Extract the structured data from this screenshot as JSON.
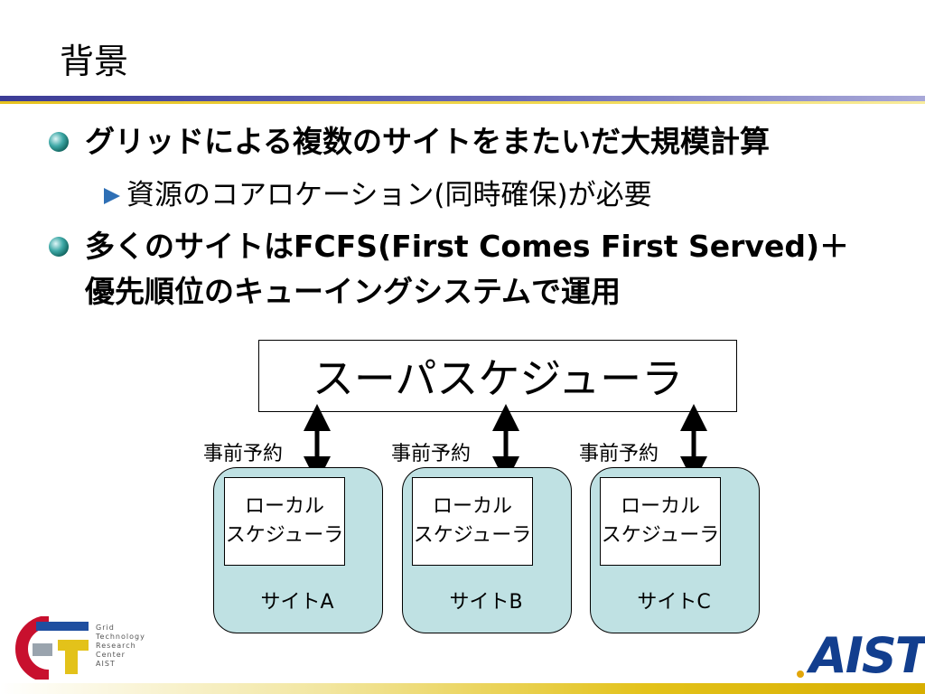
{
  "slide": {
    "title": "背景",
    "bullets": [
      {
        "text": "グリッドによる複数のサイトをまたいだ大規模計算"
      },
      {
        "text": "資源のコアロケーション(同時確保)が必要"
      },
      {
        "line1": "多くのサイトはFCFS(First Comes First Served)＋",
        "line2": "優先順位のキューイングシステムで運用"
      }
    ]
  },
  "diagram": {
    "super_scheduler": "スーパスケジューラ",
    "reservation_label": "事前予約",
    "sites": [
      {
        "local_line1": "ローカル",
        "local_line2": "スケジューラ",
        "label": "サイトA"
      },
      {
        "local_line1": "ローカル",
        "local_line2": "スケジューラ",
        "label": "サイトB"
      },
      {
        "local_line1": "ローカル",
        "local_line2": "スケジューラ",
        "label": "サイトC"
      }
    ]
  },
  "footer": {
    "logo_left": [
      "Grid",
      "Technology",
      "Research",
      "Center",
      "AIST"
    ],
    "logo_right": "AIST",
    "colors": {
      "accent_blue": "#123e8e",
      "logo_red": "#c8102e",
      "logo_yellow": "#e3c21a",
      "site_fill": "#bfe1e3"
    }
  }
}
